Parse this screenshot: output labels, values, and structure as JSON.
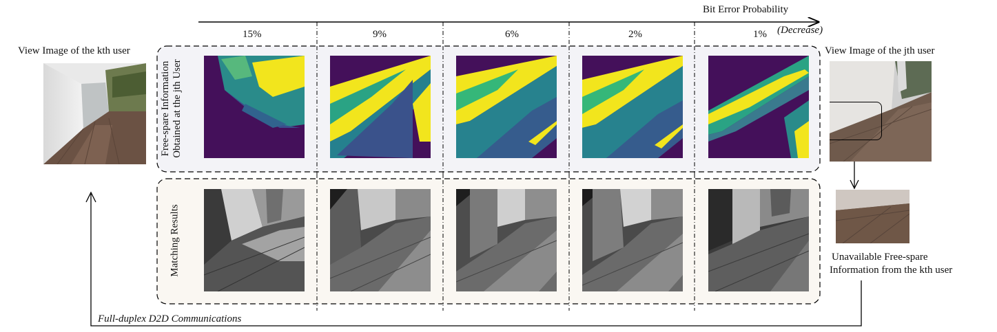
{
  "axis": {
    "title": "Bit Error Probability",
    "direction_note": "(Decrease)",
    "columns": [
      "15%",
      "9%",
      "6%",
      "2%",
      "1%"
    ]
  },
  "left_image": {
    "caption": "View Image of the kth user"
  },
  "right_image": {
    "caption": "View Image of the jth user"
  },
  "rows": {
    "top_label_line1": "Free-spare Information",
    "top_label_line2": "Obtained at the jth User",
    "bottom_label": "Matching Results"
  },
  "unavailable": {
    "line1": "Unavailable Free-spare",
    "line2": "Information from the kth user"
  },
  "feedback": {
    "label": "Full-duplex D2D Communications"
  },
  "colors": {
    "purple": "#44105a",
    "yellow": "#f2e51d",
    "teal": "#1fa187",
    "top_panel_bg": "#f3f3f7",
    "bottom_panel_bg": "#faf7f2"
  },
  "icons": [
    "right-arrow-icon",
    "down-arrow-icon",
    "up-arrow-icon"
  ]
}
